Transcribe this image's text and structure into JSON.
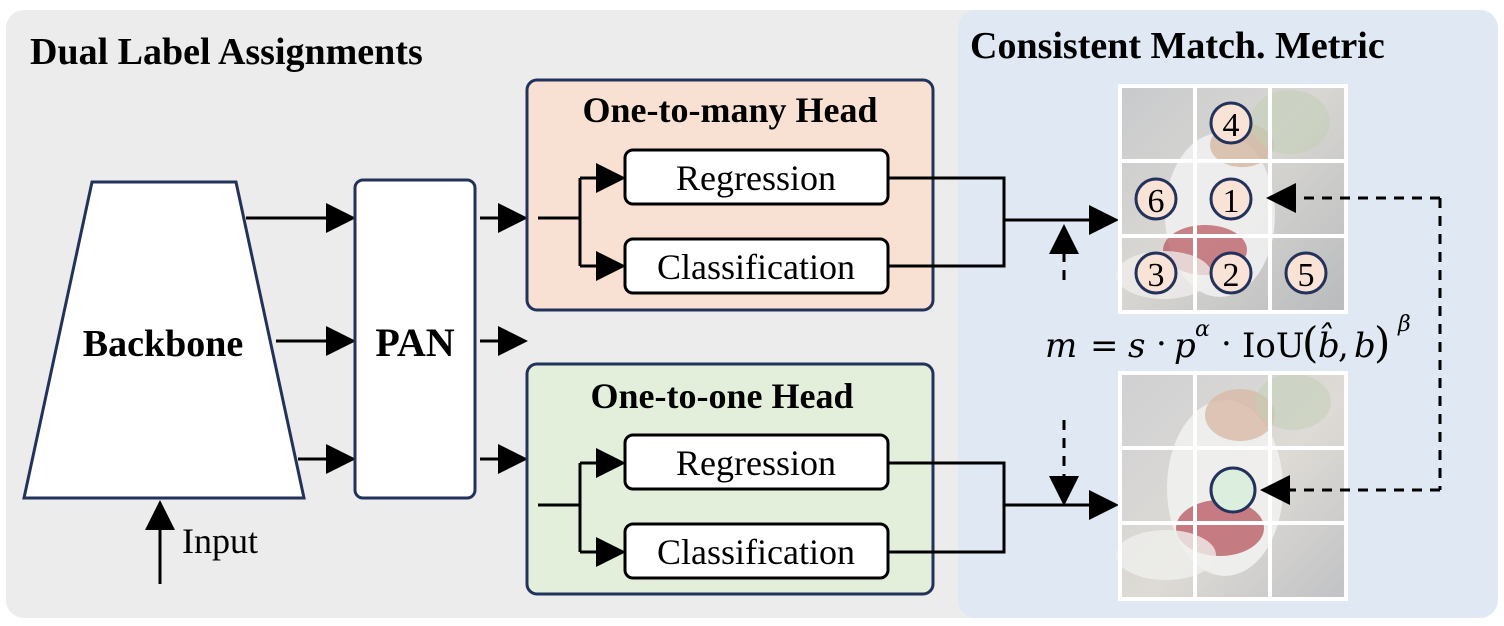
{
  "left_panel": {
    "title": "Dual Label Assignments",
    "backbone_label": "Backbone",
    "pan_label": "PAN",
    "input_label": "Input",
    "one_to_many_head": {
      "title": "One-to-many Head",
      "regression_label": "Regression",
      "classification_label": "Classification"
    },
    "one_to_one_head": {
      "title": "One-to-one Head",
      "regression_label": "Regression",
      "classification_label": "Classification"
    }
  },
  "right_panel": {
    "title": "Consistent Match. Metric",
    "top_grid_markers": [
      "4",
      "6",
      "1",
      "3",
      "2",
      "5"
    ],
    "formula": {
      "lhs": "m",
      "equals": "=",
      "s": "s",
      "dot": "·",
      "p": "p",
      "alpha": "α",
      "iou": "IoU",
      "bhat": "b̂",
      "comma": ",",
      "b": "b",
      "beta": "β",
      "lparen": "(",
      "rparen": ")"
    }
  },
  "colors": {
    "left_panel_bg": "#ececec",
    "right_panel_bg": "#dfe8f3",
    "box_stroke": "#22325a",
    "one_to_many_fill": "#f8e1d3",
    "one_to_one_fill": "#e3efdb",
    "marker_fill": "#f9e3d6",
    "selected_marker_fill": "#dceedd"
  }
}
